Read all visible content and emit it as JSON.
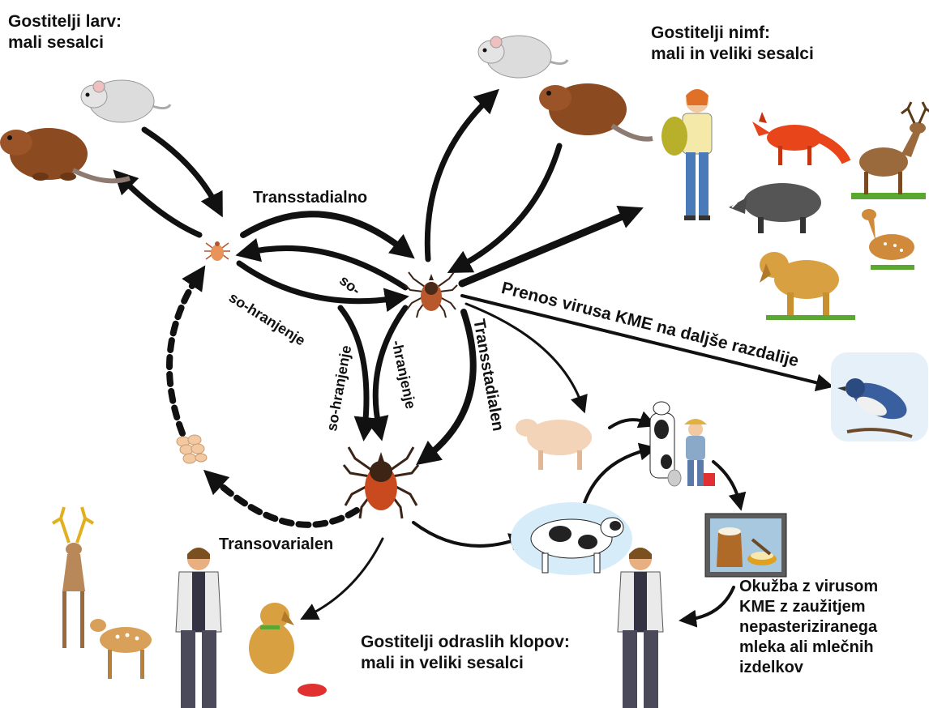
{
  "labels": {
    "larva_hosts_1": "Gostitelji larv:",
    "larva_hosts_2": "mali sesalci",
    "nymph_hosts_1": "Gostitelji nimf:",
    "nymph_hosts_2": "mali in veliki sesalci",
    "adult_hosts_1": "Gostitelji odraslih klopov:",
    "adult_hosts_2": "mali in veliki sesalci",
    "transstadialno": "Transstadialno",
    "transstadialen": "Transstadialen",
    "transovarialen": "Transovarialen",
    "cofeeding_a": "so-",
    "cofeeding_b": "so-hranjenje",
    "cofeeding_c": "so-hranjenje",
    "cofeeding_d": "-hranjenje",
    "long_distance": "Prenos virusa KME na daljše razdalije",
    "infection_1": "Okužba z virusom",
    "infection_2": "KME z zaužitjem",
    "infection_3": "nepasteriziranega",
    "infection_4": "mleka ali mlečnih",
    "infection_5": "izdelkov"
  },
  "colors": {
    "arrow": "#111111",
    "tick_body": "#c85a2a",
    "rodent_brown": "#8b4a1f",
    "mouse_grey": "#d8d8d8",
    "fox": "#e8451a",
    "bird_blue": "#3a5f9e",
    "grass": "#5aa832"
  }
}
